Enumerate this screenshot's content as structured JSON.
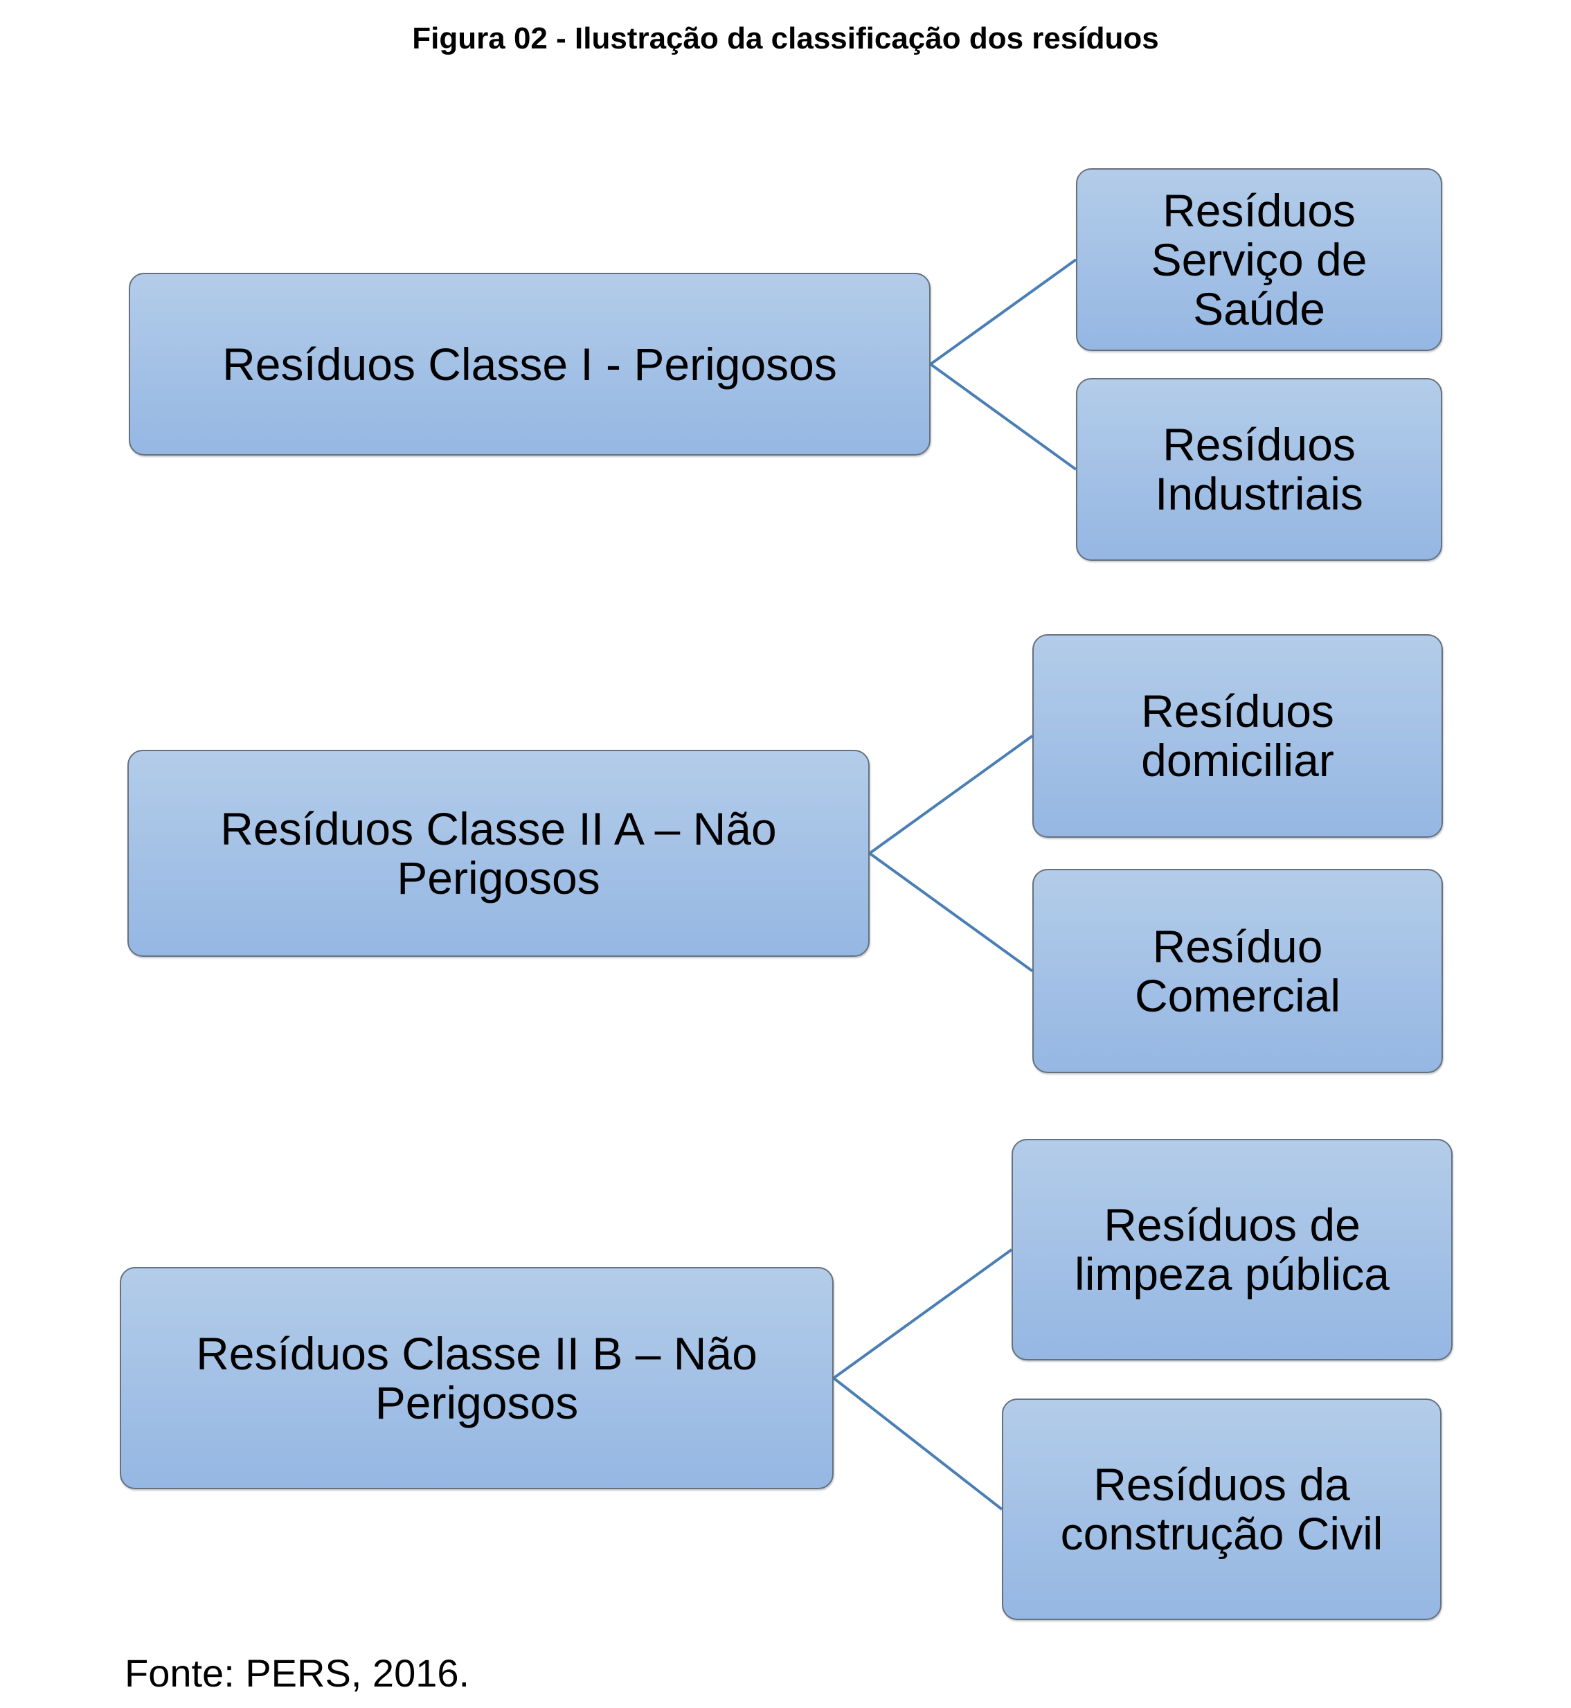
{
  "figure": {
    "title": "Figura 02 - Ilustração da classificação dos resíduos",
    "source": "Fonte: PERS, 2016."
  },
  "colors": {
    "node_fill_top": "#b3cce9",
    "node_fill_bottom": "#95b7e3",
    "node_border": "#66717d",
    "connector": "#4a7fb5",
    "text": "#000000"
  },
  "diagram": {
    "groups": [
      {
        "parent": {
          "label": "Resíduos Classe I - Perigosos"
        },
        "children": [
          {
            "label": "Resíduos\nServiço de\nSaúde"
          },
          {
            "label": "Resíduos\nIndustriais"
          }
        ]
      },
      {
        "parent": {
          "label": "Resíduos Classe II A – Não\nPerigosos"
        },
        "children": [
          {
            "label": "Resíduos\ndomiciliar"
          },
          {
            "label": "Resíduo\nComercial"
          }
        ]
      },
      {
        "parent": {
          "label": "Resíduos Classe II B – Não\nPerigosos"
        },
        "children": [
          {
            "label": "Resíduos de\nlimpeza pública"
          },
          {
            "label": "Resíduos da\nconstrução Civil"
          }
        ]
      }
    ]
  }
}
